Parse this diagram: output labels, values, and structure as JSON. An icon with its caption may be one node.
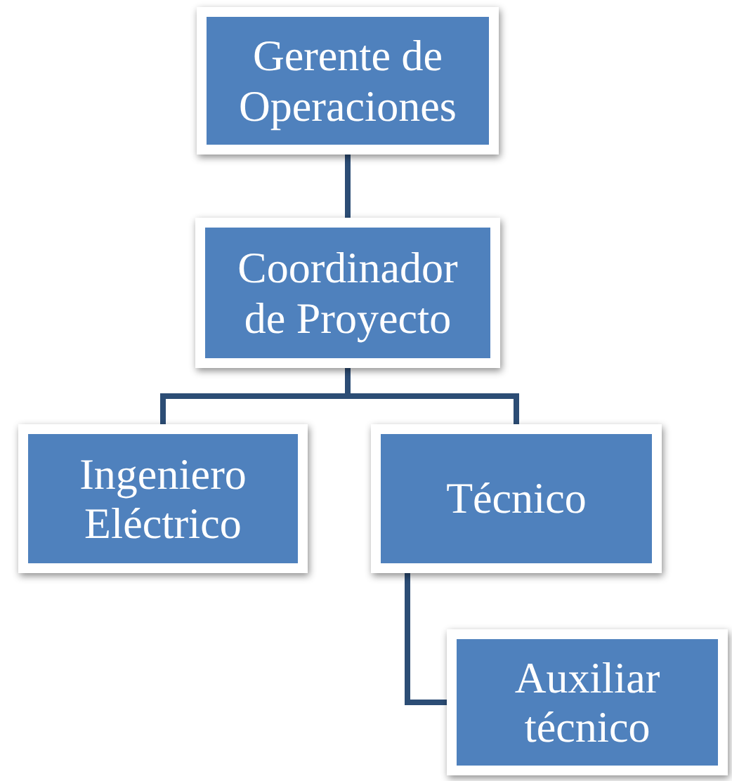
{
  "diagram": {
    "nodes": [
      {
        "text": [
          "Gerente de Operaciones"
        ]
      },
      {
        "text": [
          "Coordinador de Proyecto"
        ]
      },
      {
        "text": [
          "Ingeniero Eléctrico"
        ]
      },
      {
        "text": [
          "Técnico"
        ]
      },
      {
        "text": [
          "Auxiliar técnico"
        ]
      }
    ],
    "edges": [
      {
        "from": 0,
        "to": 1,
        "arrow": "none"
      },
      {
        "from": 1,
        "to": 2,
        "arrow": "none"
      },
      {
        "from": 1,
        "to": 3,
        "arrow": "none"
      },
      {
        "from": 3,
        "to": 4,
        "arrow": "none"
      }
    ]
  }
}
